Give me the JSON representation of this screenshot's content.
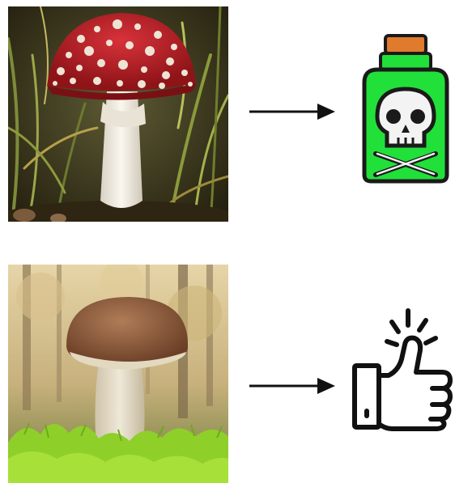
{
  "rows": [
    {
      "photo": {
        "icon": "fly-agaric-mushroom-photo",
        "cap_color": "#c8222a",
        "spot_color": "#efe4d4",
        "stem_color": "#f3efe6",
        "background_color": "#4a4628"
      },
      "arrow_icon": "right-arrow",
      "result_icon": {
        "name": "poison-bottle-skull-icon",
        "fill": "#22e03a",
        "cork": "#e07a2c",
        "outline": "#1a1a1a"
      }
    },
    {
      "photo": {
        "icon": "porcini-mushroom-photo",
        "cap_color": "#8a5a3c",
        "stem_color": "#e8e0cf",
        "moss_color": "#8fcf2a",
        "background_color": "#c9b98a"
      },
      "arrow_icon": "right-arrow",
      "result_icon": {
        "name": "thumbs-up-icon",
        "outline": "#111111"
      }
    }
  ]
}
